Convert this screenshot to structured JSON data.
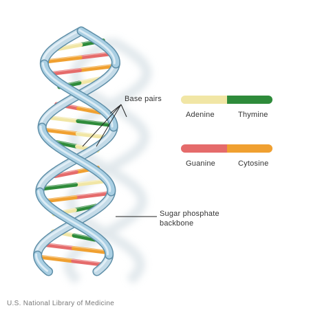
{
  "labels": {
    "base_pairs": "Base pairs",
    "sugar_line1": "Sugar phosphate",
    "sugar_line2": "backbone"
  },
  "legend": [
    {
      "left": "Adenine",
      "right": "Thymine",
      "left_color": "#f1e6a5",
      "right_color": "#2e8b3a"
    },
    {
      "left": "Guanine",
      "right": "Cytosine",
      "left_color": "#e56b6b",
      "right_color": "#f0a030"
    }
  ],
  "credit": "U.S. National Library of Medicine",
  "colors": {
    "backbone": "#a9cfe3",
    "backbone_edge": "#5f8fa8",
    "shadow": "#c9d6dd",
    "adenine": "#f1e6a5",
    "thymine": "#2e8b3a",
    "guanine": "#e56b6b",
    "cytosine": "#f0a030"
  }
}
